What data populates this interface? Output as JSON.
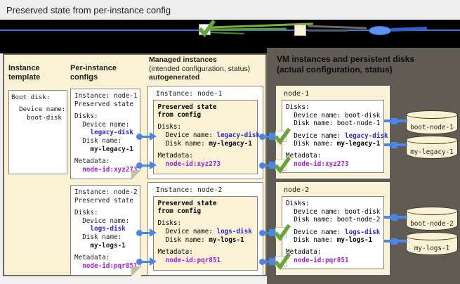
{
  "title": "Preserved state from per-instance config",
  "palette": {
    "preserved_state_cream": "#fbf1d4",
    "blue_value_text": "#2a2ad4",
    "purple_value_text": "#9e21dd",
    "connector_blue": "#4a86e8",
    "check_green": "#66a43c",
    "vm_panel_gray": "#605c54"
  },
  "legend": {
    "items": [
      {
        "icon": "checkmark-icon"
      },
      {
        "icon": "preserved-state-swatch"
      },
      {
        "icon": "persistent-disk-oval"
      }
    ]
  },
  "headers": {
    "instance_template": "Instance\ntemplate",
    "per_instance_configs": "Per-instance\nconfigs",
    "managed_bold1": "Managed instances",
    "managed_sub": "(intended configuration, status)",
    "managed_bold2": "autogenerated",
    "vm_heading": "VM instances and persistent disks\n(actual configuration, status)"
  },
  "template_box": {
    "lines": [
      [
        "Boot disk:"
      ],
      [],
      [
        "  Device name:"
      ],
      [
        "    boot-disk"
      ]
    ]
  },
  "per_instance_configs": [
    {
      "name": "node-1",
      "lines": [
        [
          "Instance: node-1"
        ],
        [
          "Preserved state"
        ],
        [],
        [
          "Disks:"
        ],
        [
          "  Device name:"
        ],
        [
          "    ",
          [
            "legacy-disk",
            "blue"
          ]
        ],
        [
          "  Disk name:"
        ],
        [
          "    ",
          [
            "my-legacy-1",
            "bold"
          ]
        ],
        [],
        [
          "Metadata:"
        ],
        [
          "  ",
          [
            "node-id:xyz273",
            "purple"
          ]
        ]
      ]
    },
    {
      "name": "node-2",
      "lines": [
        [
          "Instance: node-2"
        ],
        [
          "Preserved state"
        ],
        [],
        [
          "Disks:"
        ],
        [
          "  Device name:"
        ],
        [
          "    ",
          [
            "logs-disk",
            "blue"
          ]
        ],
        [
          "  Disk name:"
        ],
        [
          "    ",
          [
            "my-logs-1",
            "bold"
          ]
        ],
        [],
        [
          "Metadata:"
        ],
        [
          "  ",
          [
            "node-id:pqr851",
            "purple"
          ]
        ]
      ]
    }
  ],
  "managed_instances": [
    {
      "title_line": "Instance: node-1",
      "lines": [
        [
          [
            "Preserved state",
            "bold"
          ]
        ],
        [
          [
            "from config",
            "bold"
          ]
        ],
        [],
        [
          "Disks:"
        ],
        [
          "  Device name: ",
          [
            "legacy-disk",
            "blue"
          ]
        ],
        [
          "  Disk name: ",
          [
            "my-legacy-1",
            "bold"
          ]
        ],
        [],
        [
          "Metadata:"
        ],
        [
          "  ",
          [
            "node-id:xyz273",
            "purple"
          ]
        ]
      ]
    },
    {
      "title_line": "Instance: node-2",
      "lines": [
        [
          [
            "Preserved state",
            "bold"
          ]
        ],
        [
          [
            "from config",
            "bold"
          ]
        ],
        [],
        [
          "Disks:"
        ],
        [
          "  Device name: ",
          [
            "logs-disk",
            "blue"
          ]
        ],
        [
          "  Disk name: ",
          [
            "my-logs-1",
            "bold"
          ]
        ],
        [],
        [
          "Metadata:"
        ],
        [
          "  ",
          [
            "node-id:pqr851",
            "purple"
          ]
        ]
      ]
    }
  ],
  "vm_instances": [
    {
      "name": "node-1",
      "lines": [
        [
          "Disks:"
        ],
        [
          "  Device name: boot-disk"
        ],
        [
          "  Disk name: boot-node-1"
        ],
        [],
        [
          "  Device name: ",
          [
            "legacy-disk",
            "blue"
          ]
        ],
        [
          "  Disk name: ",
          [
            "my-legacy-1",
            "bold"
          ]
        ],
        [],
        [
          "Metadata:"
        ],
        [
          "  ",
          [
            "node-id:xyz273",
            "purple"
          ]
        ]
      ]
    },
    {
      "name": "node-2",
      "lines": [
        [
          "Disks:"
        ],
        [
          "  Device name: boot-disk"
        ],
        [
          "  Disk name: boot-node-2"
        ],
        [],
        [
          "  Device name: ",
          [
            "logs-disk",
            "blue"
          ]
        ],
        [
          "  Disk name: ",
          [
            "my-logs-1",
            "bold"
          ]
        ],
        [],
        [
          "Metadata:"
        ],
        [
          "  ",
          [
            "node-id:pqr851",
            "purple"
          ]
        ]
      ]
    }
  ],
  "disks": [
    "boot-node-1",
    "my-legacy-1",
    "boot-node-2",
    "my-logs-1"
  ]
}
